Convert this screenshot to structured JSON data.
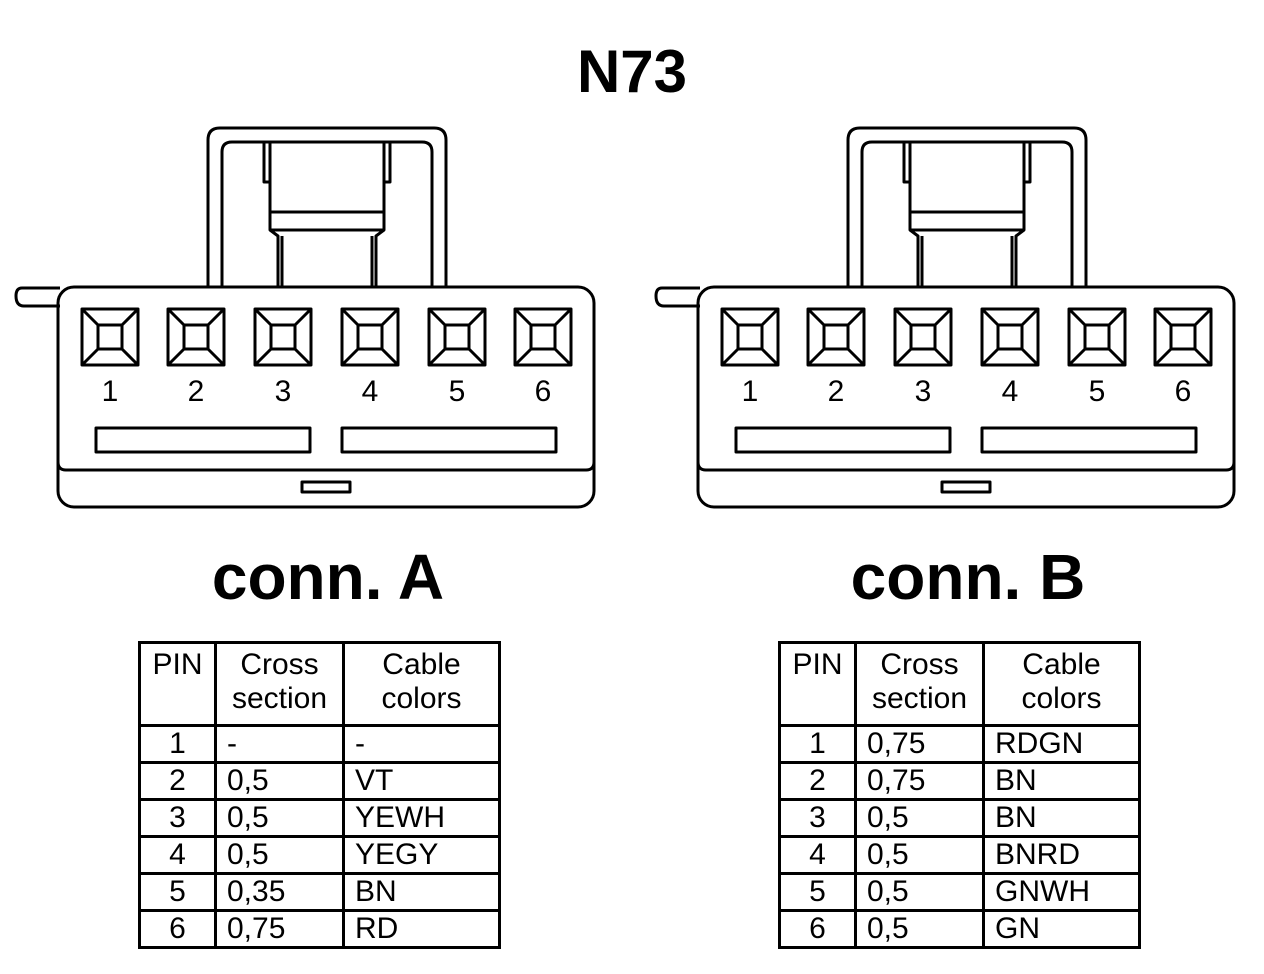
{
  "title": "N73",
  "pin_numbers": [
    "1",
    "2",
    "3",
    "4",
    "5",
    "6"
  ],
  "connectors": [
    {
      "label": "conn. A",
      "table": {
        "headers": {
          "pin": "PIN",
          "cross_1": "Cross",
          "cross_2": "section",
          "color_1": "Cable",
          "color_2": "colors"
        },
        "rows": [
          {
            "pin": "1",
            "cross": "-",
            "color": "-"
          },
          {
            "pin": "2",
            "cross": "0,5",
            "color": "VT"
          },
          {
            "pin": "3",
            "cross": "0,5",
            "color": "YEWH"
          },
          {
            "pin": "4",
            "cross": "0,5",
            "color": "YEGY"
          },
          {
            "pin": "5",
            "cross": "0,35",
            "color": "BN"
          },
          {
            "pin": "6",
            "cross": "0,75",
            "color": "RD"
          }
        ]
      }
    },
    {
      "label": "conn. B",
      "table": {
        "headers": {
          "pin": "PIN",
          "cross_1": "Cross",
          "cross_2": "section",
          "color_1": "Cable",
          "color_2": "colors"
        },
        "rows": [
          {
            "pin": "1",
            "cross": "0,75",
            "color": "RDGN"
          },
          {
            "pin": "2",
            "cross": "0,75",
            "color": "BN"
          },
          {
            "pin": "3",
            "cross": "0,5",
            "color": "BN"
          },
          {
            "pin": "4",
            "cross": "0,5",
            "color": "BNRD"
          },
          {
            "pin": "5",
            "cross": "0,5",
            "color": "GNWH"
          },
          {
            "pin": "6",
            "cross": "0,5",
            "color": "GN"
          }
        ]
      }
    }
  ]
}
